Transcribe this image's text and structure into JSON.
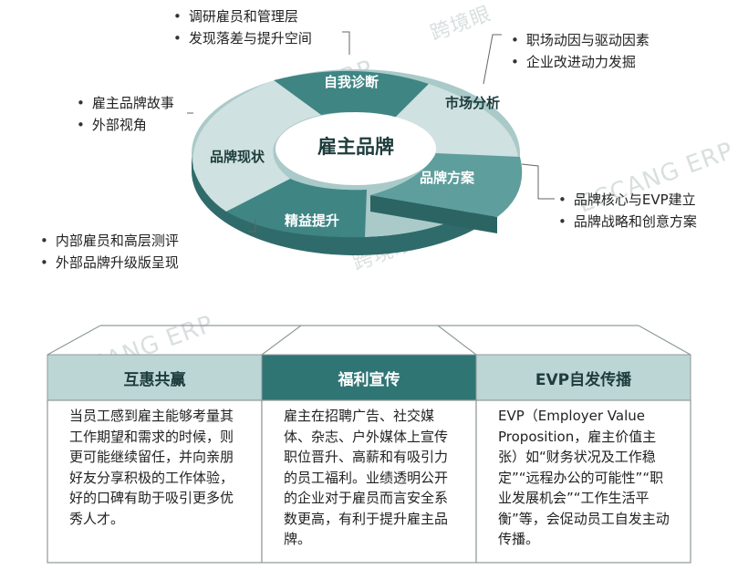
{
  "center_label": "雇主品牌",
  "segments": [
    {
      "label": "自我诊断"
    },
    {
      "label": "市场分析"
    },
    {
      "label": "品牌方案"
    },
    {
      "label": "精益提升"
    },
    {
      "label": "品牌现状"
    }
  ],
  "callouts": {
    "top": [
      "调研雇员和管理层",
      "发现落差与提升空间"
    ],
    "right_top": [
      "职场动因与驱动因素",
      "企业改进动力发掘"
    ],
    "right_bottom": [
      "品牌核心与EVP建立",
      "品牌战略和创意方案"
    ],
    "left_top": [
      "雇主品牌故事",
      "外部视角"
    ],
    "left_bottom": [
      "内部雇员和高层测评",
      "外部品牌升级版呈现"
    ]
  },
  "columns": [
    {
      "title": "互惠共赢",
      "body": "当员工感到雇主能够考量其工作期望和需求的时候，则更可能继续留任，并向亲朋好友分享积极的工作体验，好的口碑有助于吸引更多优秀人才。"
    },
    {
      "title": "福利宣传",
      "body": "雇主在招聘广告、社交媒体、杂志、户外媒体上宣传职位晋升、高薪和有吸引力的员工福利。业绩透明公开的企业对于雇员而言安全系数更高，有利于提升雇主品牌。"
    },
    {
      "title": "EVP自发传播",
      "body": "EVP（Employer Value Proposition，雇主价值主张）如“财务状况及工作稳定”“远程办公的可能性”“职业发展机会”“工作生活平衡”等，会促动员工自发主动传播。"
    }
  ],
  "watermark": {
    "brand": "ECCANG ERP",
    "site": "跨境眼"
  },
  "colors": {
    "dark_teal": "#3f8584",
    "mid_teal": "#5e9e9c",
    "light_teal": "#a9cac9",
    "header_fill": "#bcd6d6",
    "header_active": "#2f7574",
    "border": "#909a9a"
  }
}
